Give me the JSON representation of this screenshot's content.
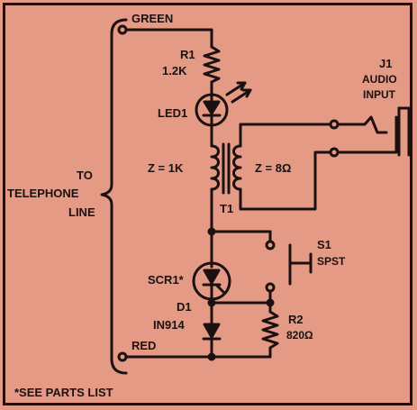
{
  "labels": {
    "green": "GREEN",
    "red": "RED",
    "to": "TO",
    "telephone": "TELEPHONE",
    "line": "LINE",
    "r1_ref": "R1",
    "r1_value": "1.2K",
    "led_ref": "LED1",
    "z_primary": "Z = 1K",
    "z_secondary": "Z = 8Ω",
    "t1_ref": "T1",
    "j1_ref": "J1",
    "j1_desc_1": "AUDIO",
    "j1_desc_2": "INPUT",
    "s1_ref": "S1",
    "s1_type": "SPST",
    "scr_ref": "SCR1*",
    "d1_ref": "D1",
    "d1_value": "IN914",
    "r2_ref": "R2",
    "r2_value": "820Ω",
    "footnote": "*SEE PARTS LIST"
  },
  "colors": {
    "background": "#e59a86",
    "ink": "#1b1110"
  }
}
